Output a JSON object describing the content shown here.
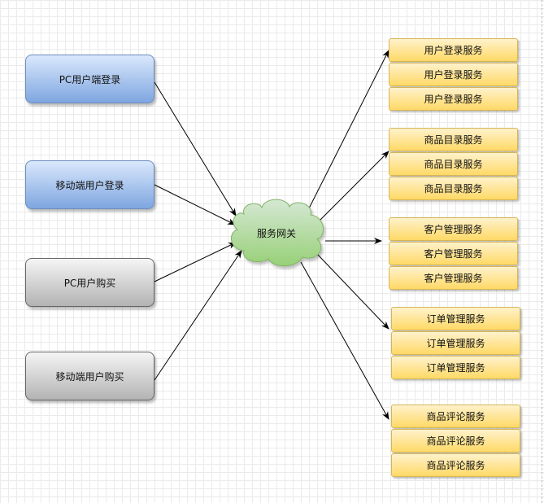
{
  "clients": [
    {
      "label": "PC用户端登录",
      "style": "blue"
    },
    {
      "label": "移动端用户登录",
      "style": "blue"
    },
    {
      "label": "PC用户购买",
      "style": "gray"
    },
    {
      "label": "移动端用户购买",
      "style": "gray"
    }
  ],
  "gateway": {
    "label": "服务网关"
  },
  "service_groups": [
    {
      "label": "用户登录服务",
      "count": 3
    },
    {
      "label": "商品目录服务",
      "count": 3
    },
    {
      "label": "客户管理服务",
      "count": 3
    },
    {
      "label": "订单管理服务",
      "count": 3
    },
    {
      "label": "商品评论服务",
      "count": 3
    }
  ],
  "colors": {
    "client_blue_fill": "#dae8fc",
    "client_gray_fill": "#f5f5f5",
    "gateway_fill": "#d5e8d4",
    "service_fill": "#fff2cc",
    "service_border": "#d6b656",
    "arrow": "#000000"
  }
}
